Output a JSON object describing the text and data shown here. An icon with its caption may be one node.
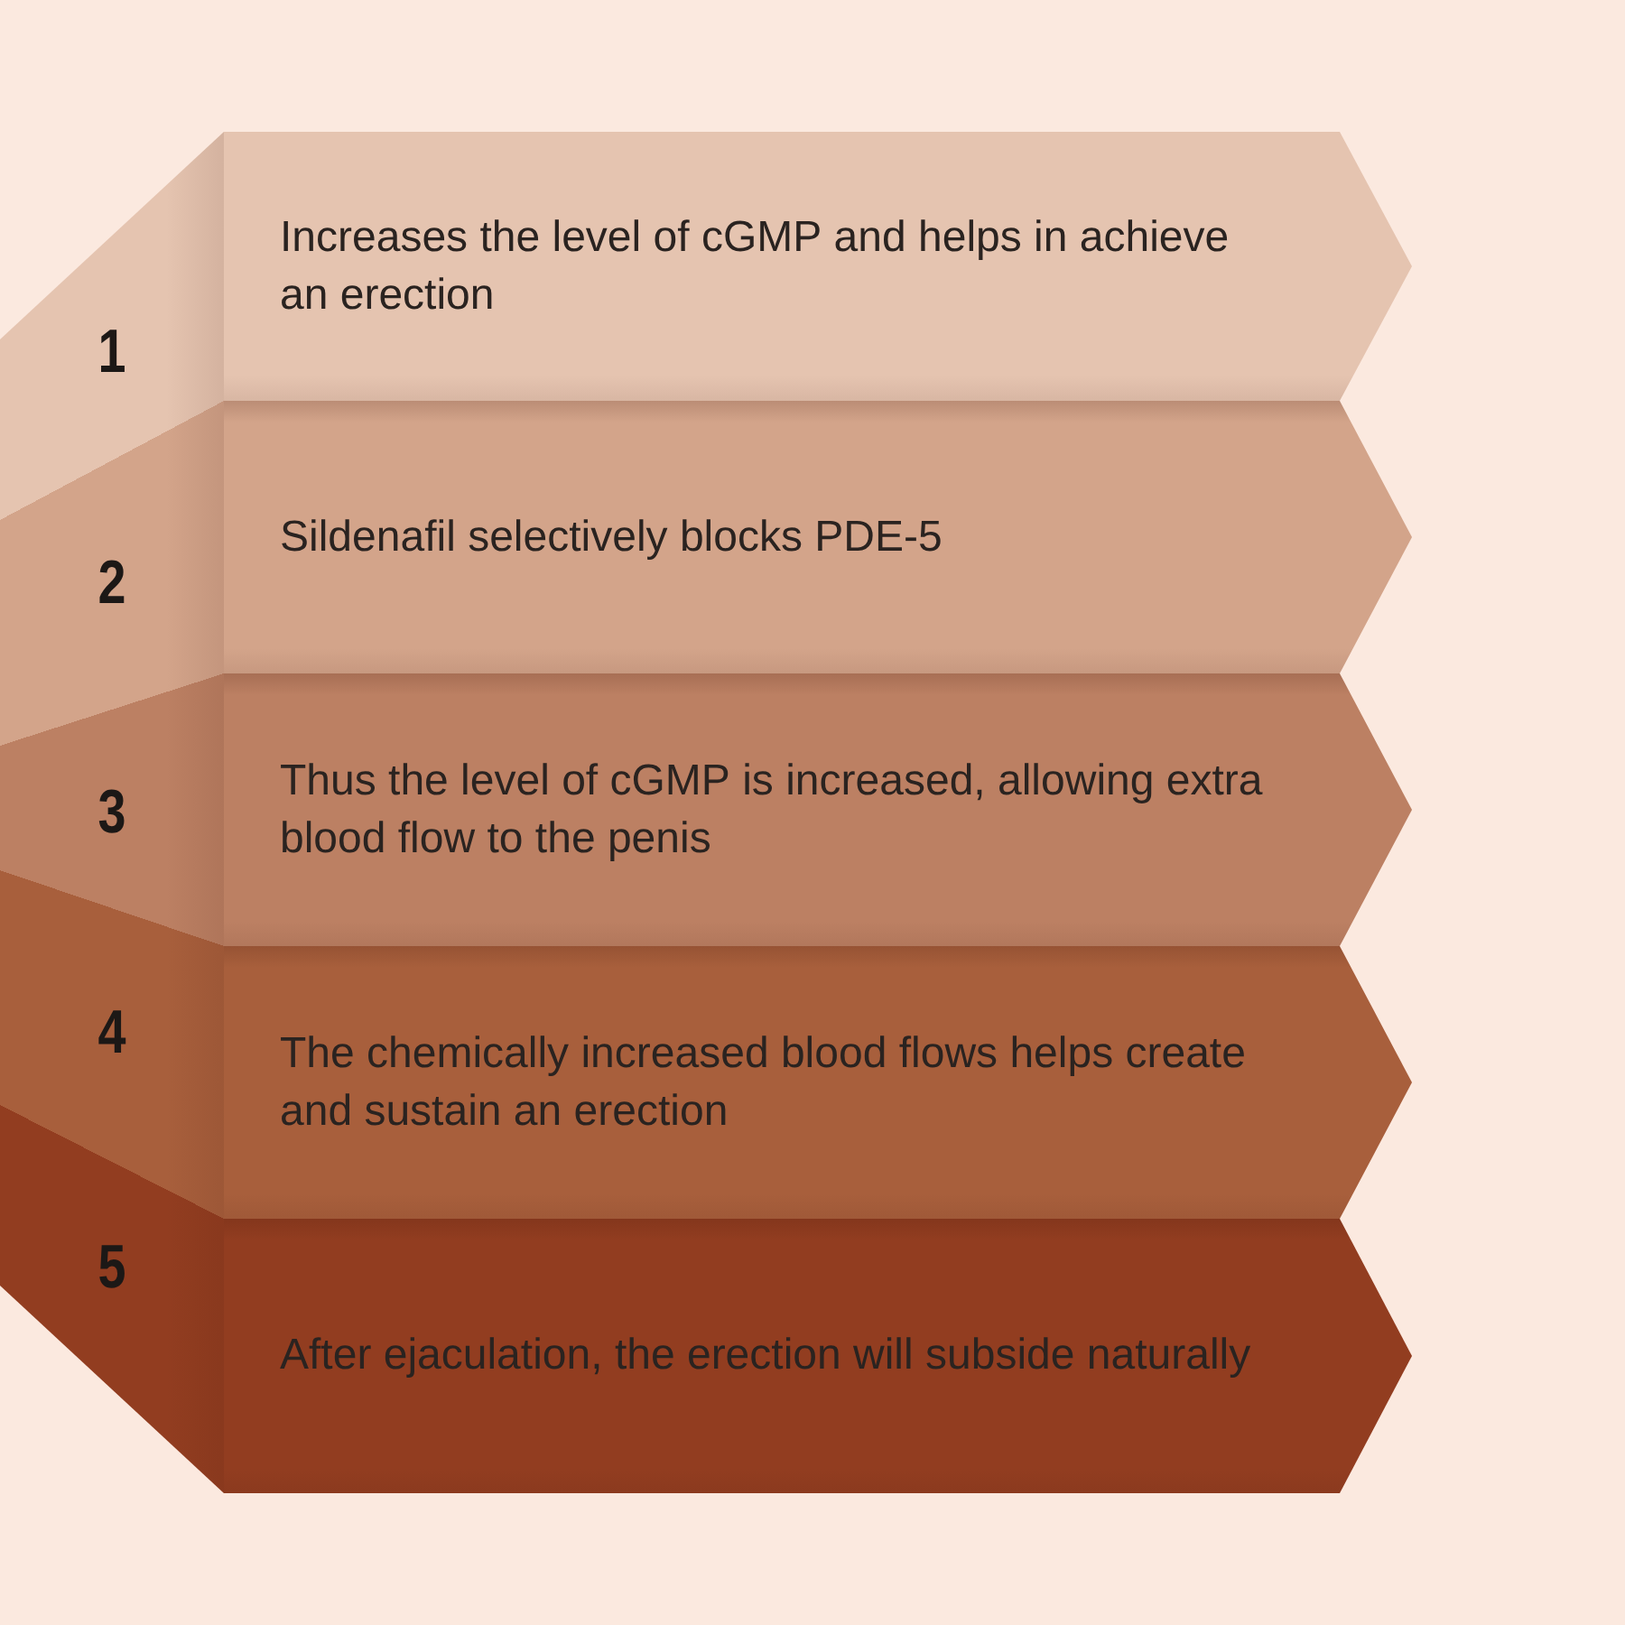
{
  "diagram": {
    "nodes": [
      {
        "text": [
          "1",
          "Increases the level of cGMP and helps in achieve an erection"
        ]
      },
      {
        "text": [
          "2",
          "Sildenafil selectively blocks PDE-5"
        ]
      },
      {
        "text": [
          "3",
          "Thus the level of cGMP is increased, allowing extra blood flow to the penis"
        ]
      },
      {
        "text": [
          "4",
          "The chemically increased blood flows helps create and sustain an erection"
        ]
      },
      {
        "text": [
          "5",
          "After ejaculation, the erection will subside naturally"
        ]
      }
    ]
  }
}
